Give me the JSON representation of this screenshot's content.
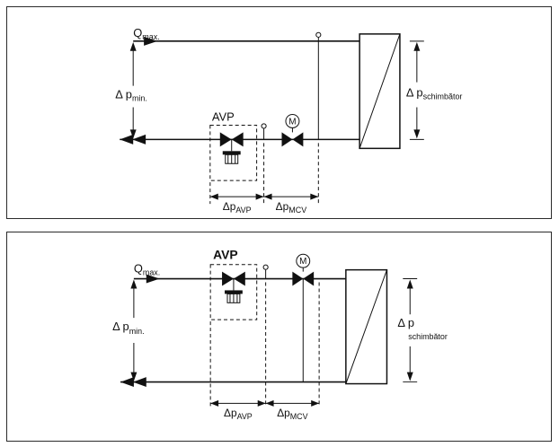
{
  "panel1": {
    "q": {
      "text": "Q",
      "sub": "max."
    },
    "dp_min": {
      "text": "Δ p",
      "sub": "min."
    },
    "avp": "AVP",
    "motor": "M",
    "dp_exchanger": {
      "text": "Δ p",
      "sub": "schimbător"
    },
    "dim_avp": {
      "text": "Δp",
      "sub": "AVP"
    },
    "dim_mcv": {
      "text": "Δp",
      "sub": "MCV"
    }
  },
  "panel2": {
    "q": {
      "text": "Q",
      "sub": "max."
    },
    "dp_min": {
      "text": "Δ p",
      "sub": "min."
    },
    "avp": "AVP",
    "motor": "M",
    "dp_exchanger": {
      "text": "Δ p",
      "sub": "schimbător"
    },
    "dim_avp": {
      "text": "Δp",
      "sub": "AVP"
    },
    "dim_mcv": {
      "text": "Δp",
      "sub": "MCV"
    }
  }
}
